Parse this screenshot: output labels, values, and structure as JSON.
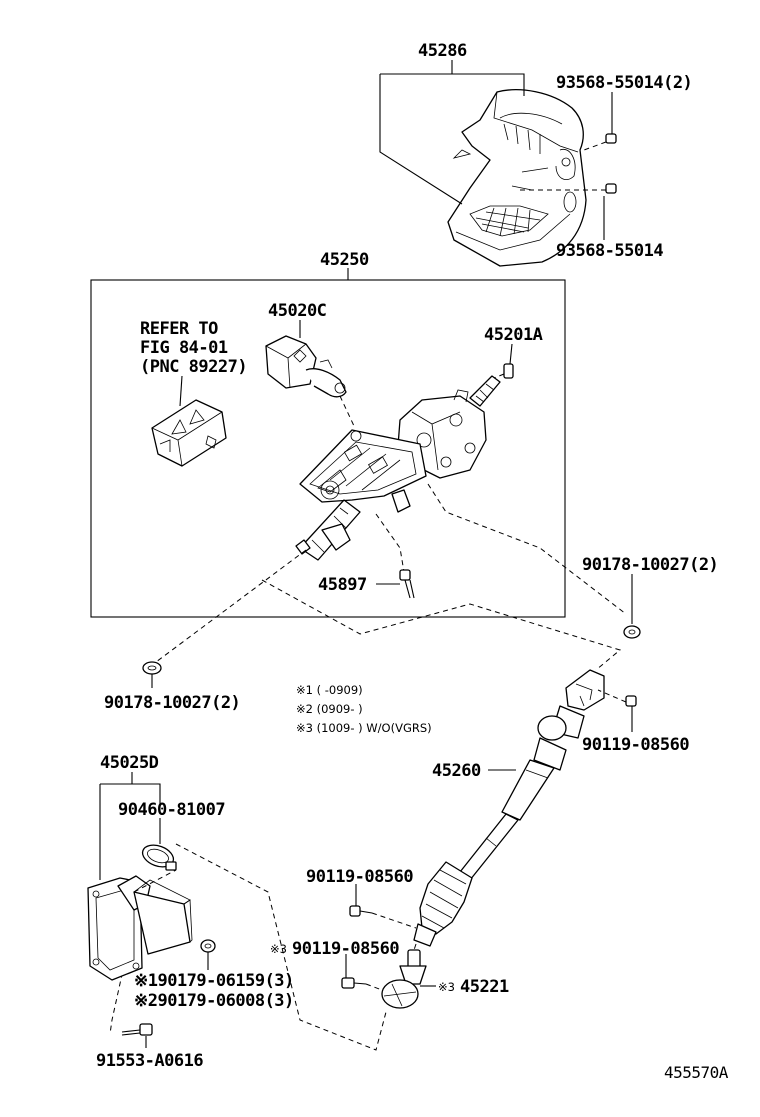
{
  "figure_id": "455570A",
  "labels": {
    "cover": "45286",
    "cover_screw_2": "93568-55014(2)",
    "cover_screw": "93568-55014",
    "column_assy": "45250",
    "lock": "45020C",
    "spacer": "45201A",
    "refer_1": "REFER TO",
    "refer_2": "FIG 84-01",
    "refer_3": "(PNC 89227)",
    "bolt_45897": "45897",
    "nut_right": "90178-10027(2)",
    "nut_left": "90178-10027(2)",
    "bolt_upper_joint": "90119-08560",
    "shaft": "45260",
    "bolt_mid": "90119-08560",
    "bolt_lower": "90119-08560",
    "bolt_lower_mark": "※3",
    "joint_lower": "45221",
    "joint_lower_mark": "※3",
    "seal_assy": "45025D",
    "clamp": "90460-81007",
    "nut_seal_1": "※190179-06159(3)",
    "nut_seal_2": "※290179-06008(3)",
    "bolt_seal": "91553-A0616"
  },
  "notes": {
    "n1": "※1 (    -0909)",
    "n2": "※2 (0909-    )",
    "n3": "※3 (1009-    ) W/O(VGRS)"
  }
}
